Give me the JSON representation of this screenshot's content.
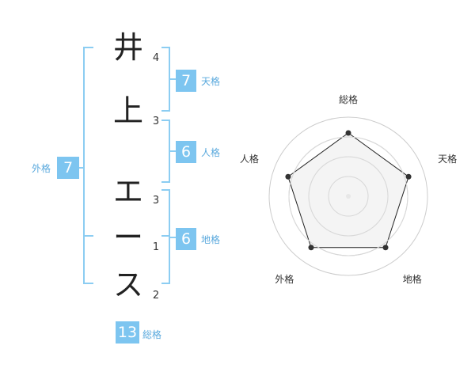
{
  "name": {
    "characters": [
      {
        "char": "井",
        "strokes": "4"
      },
      {
        "char": "上",
        "strokes": "3"
      },
      {
        "char": "エ",
        "strokes": "3"
      },
      {
        "char": "ー",
        "strokes": "1"
      },
      {
        "char": "ス",
        "strokes": "2"
      }
    ]
  },
  "fortunes": {
    "tenkaku": {
      "label": "天格",
      "value": "7"
    },
    "jinkaku": {
      "label": "人格",
      "value": "6"
    },
    "chikaku": {
      "label": "地格",
      "value": "6"
    },
    "gaikaku": {
      "label": "外格",
      "value": "7"
    },
    "soukaku": {
      "label": "総格",
      "value": "13"
    }
  },
  "colors": {
    "accent": "#7dc5f0",
    "bracket": "#8ccdf2",
    "radar_fill": "#f0f0f0",
    "radar_line": "#222222",
    "ring": "#cccccc"
  },
  "chart_data": {
    "type": "radar",
    "axes": [
      "総格",
      "天格",
      "地格",
      "外格",
      "人格"
    ],
    "values": [
      4,
      4,
      4,
      4,
      4
    ],
    "rmax": 5,
    "rings": 4
  }
}
